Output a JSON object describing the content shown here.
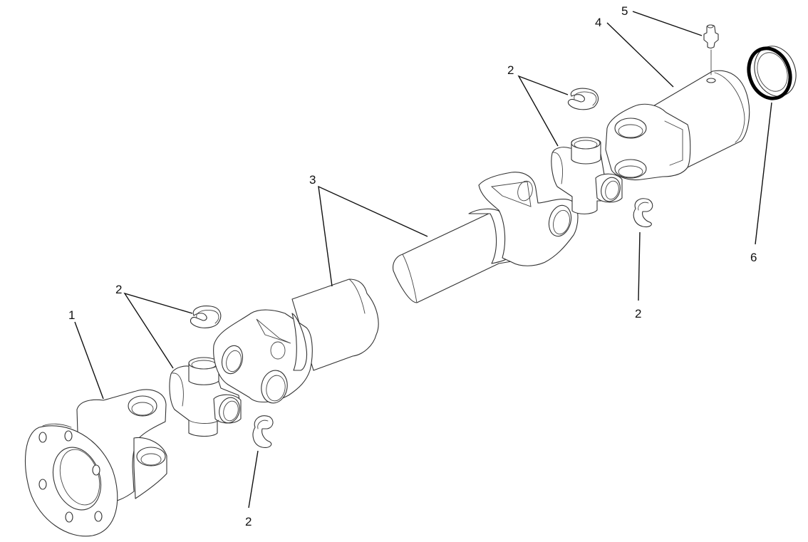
{
  "diagram": {
    "type": "exploded-parts-view",
    "subject": "drive shaft assembly",
    "line_color": "#333333",
    "leader_color": "#111111",
    "background": "#ffffff",
    "callouts": [
      {
        "id": "c1",
        "label": "1",
        "part": "flange yoke"
      },
      {
        "id": "c2a",
        "label": "2",
        "part": "universal joint cross & retaining ring (front, upper)"
      },
      {
        "id": "c2b",
        "label": "2",
        "part": "retaining ring (front, lower)"
      },
      {
        "id": "c3",
        "label": "3",
        "part": "drive shaft tube / slip yoke"
      },
      {
        "id": "c2c",
        "label": "2",
        "part": "universal joint cross & retaining ring (rear, upper)"
      },
      {
        "id": "c2d",
        "label": "2",
        "part": "retaining ring (rear, lower)"
      },
      {
        "id": "c4",
        "label": "4",
        "part": "slip yoke"
      },
      {
        "id": "c5",
        "label": "5",
        "part": "grease fitting"
      },
      {
        "id": "c6",
        "label": "6",
        "part": "seal"
      }
    ]
  }
}
